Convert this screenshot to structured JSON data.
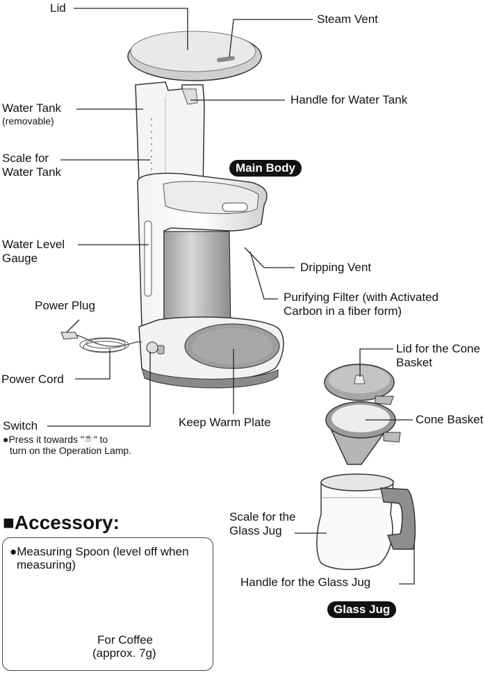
{
  "labels": {
    "lid": "Lid",
    "steam_vent": "Steam Vent",
    "water_tank": "Water Tank",
    "water_tank_note": "(removable)",
    "handle_water_tank": "Handle for Water Tank",
    "scale_water_tank_1": "Scale for",
    "scale_water_tank_2": "Water Tank",
    "main_body": "Main Body",
    "water_level_1": "Water Level",
    "water_level_2": "Gauge",
    "dripping_vent": "Dripping Vent",
    "power_plug": "Power Plug",
    "purifying_filter_1": "Purifying Filter (with Activated",
    "purifying_filter_2": "Carbon in a fiber form)",
    "lid_cone_1": "Lid for the Cone",
    "lid_cone_2": "Basket",
    "power_cord": "Power Cord",
    "cone_basket": "Cone Basket",
    "switch": "Switch",
    "switch_note_1": "●Press it towards \"",
    "switch_note_2": "\" to",
    "switch_note_3": "turn on the Operation Lamp.",
    "keep_warm_plate": "Keep Warm Plate",
    "scale_jug_1": "Scale for the",
    "scale_jug_2": "Glass Jug",
    "handle_jug": "Handle for the Glass Jug",
    "glass_jug": "Glass Jug"
  },
  "accessory": {
    "title": "■Accessory:",
    "item_1": "●Measuring Spoon (level off when",
    "item_2": "measuring)",
    "coffee_1": "For Coffee",
    "coffee_2": "(approx. 7g)"
  }
}
